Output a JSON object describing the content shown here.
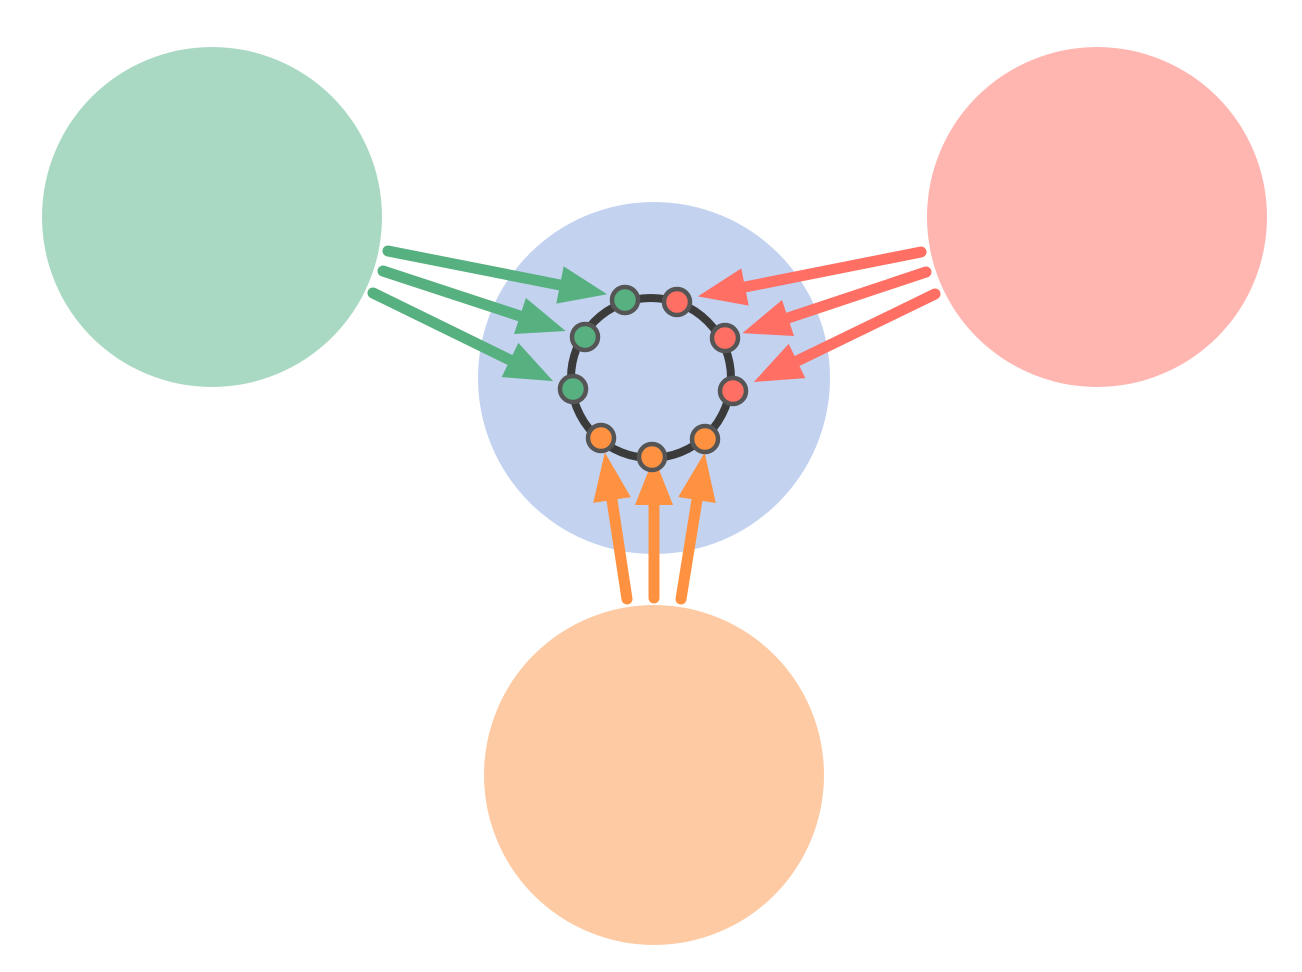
{
  "diagram": {
    "colors": {
      "background": "#ffffff",
      "green_source": "#aad9c3",
      "green_accent": "#57b07f",
      "red_source": "#ffb6b1",
      "red_accent": "#ff6f64",
      "orange_source": "#fdcaa3",
      "orange_accent": "#ff9240",
      "center_blob": "#c2d2ef",
      "ring_stroke": "#3b3b3b",
      "node_stroke": "#555555"
    },
    "sources": [
      {
        "name": "green-source",
        "color_key": "green"
      },
      {
        "name": "red-source",
        "color_key": "red"
      },
      {
        "name": "orange-source",
        "color_key": "orange"
      }
    ],
    "ring_nodes": [
      {
        "name": "ring-node-green-1",
        "color_key": "green"
      },
      {
        "name": "ring-node-red-1",
        "color_key": "red"
      },
      {
        "name": "ring-node-red-2",
        "color_key": "red"
      },
      {
        "name": "ring-node-red-3",
        "color_key": "red"
      },
      {
        "name": "ring-node-orange-1",
        "color_key": "orange"
      },
      {
        "name": "ring-node-orange-2",
        "color_key": "orange"
      },
      {
        "name": "ring-node-orange-3",
        "color_key": "orange"
      },
      {
        "name": "ring-node-green-2",
        "color_key": "green"
      },
      {
        "name": "ring-node-green-3",
        "color_key": "green"
      }
    ],
    "arrows": [
      {
        "name": "arrow-green-1",
        "color_key": "green"
      },
      {
        "name": "arrow-green-2",
        "color_key": "green"
      },
      {
        "name": "arrow-green-3",
        "color_key": "green"
      },
      {
        "name": "arrow-red-1",
        "color_key": "red"
      },
      {
        "name": "arrow-red-2",
        "color_key": "red"
      },
      {
        "name": "arrow-red-3",
        "color_key": "red"
      },
      {
        "name": "arrow-orange-1",
        "color_key": "orange"
      },
      {
        "name": "arrow-orange-2",
        "color_key": "orange"
      },
      {
        "name": "arrow-orange-3",
        "color_key": "orange"
      }
    ]
  }
}
